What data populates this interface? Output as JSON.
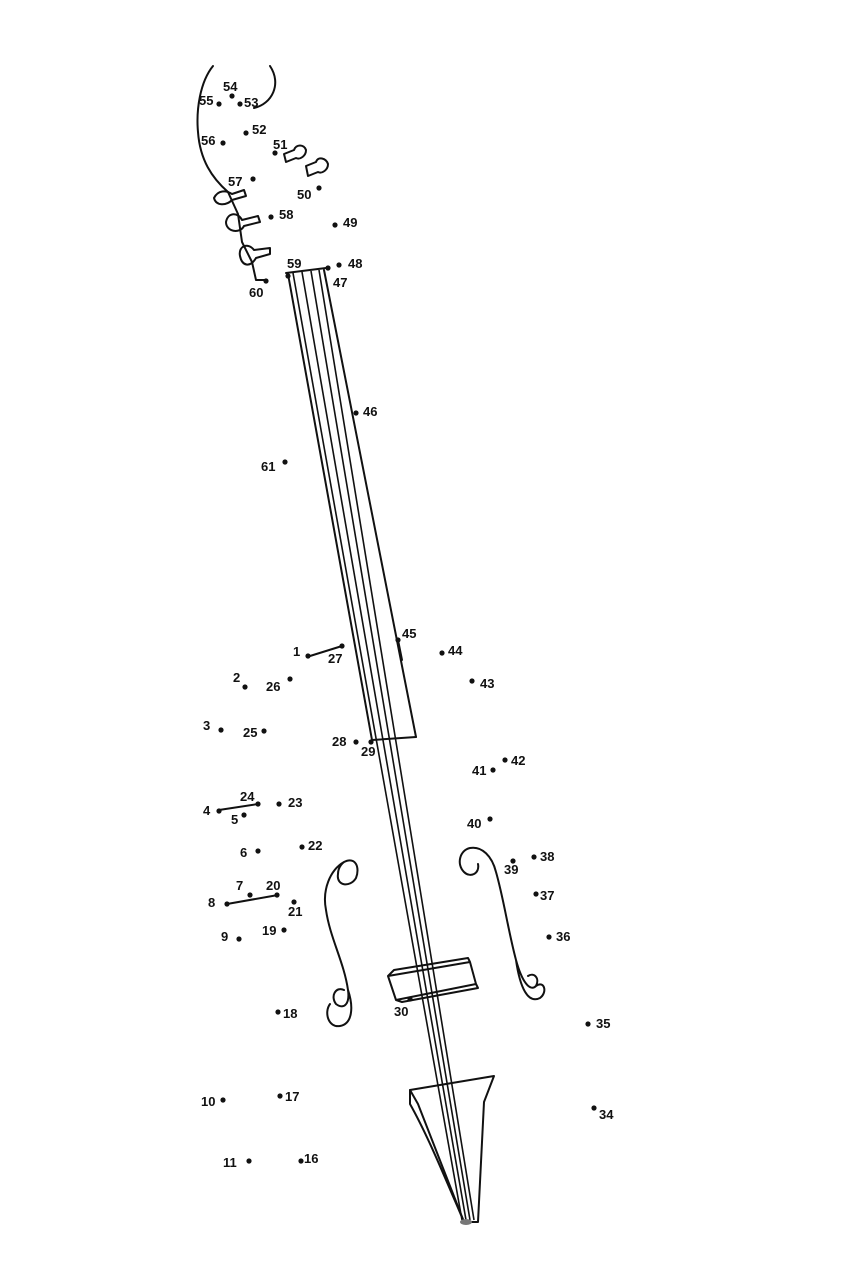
{
  "puzzle": {
    "line_color": "#111111",
    "background": "#ffffff",
    "dots": [
      {
        "n": "1"
      },
      {
        "n": "2"
      },
      {
        "n": "3"
      },
      {
        "n": "4"
      },
      {
        "n": "5"
      },
      {
        "n": "6"
      },
      {
        "n": "7"
      },
      {
        "n": "8"
      },
      {
        "n": "9"
      },
      {
        "n": "10"
      },
      {
        "n": "11"
      },
      {
        "n": "16"
      },
      {
        "n": "17"
      },
      {
        "n": "18"
      },
      {
        "n": "19"
      },
      {
        "n": "20"
      },
      {
        "n": "21"
      },
      {
        "n": "22"
      },
      {
        "n": "23"
      },
      {
        "n": "24"
      },
      {
        "n": "25"
      },
      {
        "n": "26"
      },
      {
        "n": "27"
      },
      {
        "n": "28"
      },
      {
        "n": "29"
      },
      {
        "n": "30"
      },
      {
        "n": "34"
      },
      {
        "n": "35"
      },
      {
        "n": "36"
      },
      {
        "n": "37"
      },
      {
        "n": "38"
      },
      {
        "n": "39"
      },
      {
        "n": "40"
      },
      {
        "n": "41"
      },
      {
        "n": "42"
      },
      {
        "n": "43"
      },
      {
        "n": "44"
      },
      {
        "n": "45"
      },
      {
        "n": "46"
      },
      {
        "n": "47"
      },
      {
        "n": "48"
      },
      {
        "n": "49"
      },
      {
        "n": "50"
      },
      {
        "n": "51"
      },
      {
        "n": "52"
      },
      {
        "n": "53"
      },
      {
        "n": "54"
      },
      {
        "n": "55"
      },
      {
        "n": "56"
      },
      {
        "n": "57"
      },
      {
        "n": "58"
      },
      {
        "n": "59"
      },
      {
        "n": "60"
      },
      {
        "n": "61"
      }
    ]
  }
}
